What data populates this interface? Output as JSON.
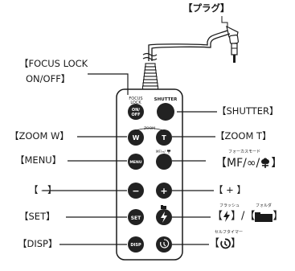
{
  "labels": {
    "plug": "【プラグ】",
    "focus_lock_line1": "【FOCUS LOCK",
    "focus_lock_line2": "ON/OFF】",
    "shutter": "【SHUTTER】",
    "zoom_w": "【ZOOM  W】",
    "zoom_t": "【ZOOM  T】",
    "menu": "【MENU】",
    "minus": "【 - 】",
    "plus": "【 + 】",
    "set": "【SET】",
    "disp": "【DISP】",
    "focus_mode_caption": "フォーカスモード",
    "focus_mode_open": "【",
    "focus_mode_text": "MF/∞/",
    "focus_mode_close": "】",
    "flash_caption": "フラッシュ",
    "folder_caption": "フォルダ",
    "flash_open": "【",
    "flash_mid": "】/【",
    "flash_close": "】",
    "self_timer_caption": "セルフタイマー",
    "self_timer_open": "【",
    "self_timer_close": "】"
  },
  "remote": {
    "focus_lock_label_line1": "FOCUS",
    "focus_lock_label_line2": "LOCK",
    "shutter_label": "SHUTTER",
    "zoom_label": "ZOOM",
    "mf_label": "MF/∞/",
    "buttons": {
      "on_off_line1": "ON/",
      "on_off_line2": "OFF",
      "zoom_w": "W",
      "zoom_t": "T",
      "menu": "MENU",
      "minus": "−",
      "plus": "+",
      "set": "SET",
      "disp": "DISP"
    }
  },
  "icons": {
    "focus_mode": "flower-icon",
    "flash": "flash-icon",
    "folder": "folder-icon",
    "self_timer": "self-timer-icon"
  },
  "colors": {
    "ink": "#1a1a1a",
    "button_fill": "#222222",
    "body_fill": "#ffffff"
  }
}
